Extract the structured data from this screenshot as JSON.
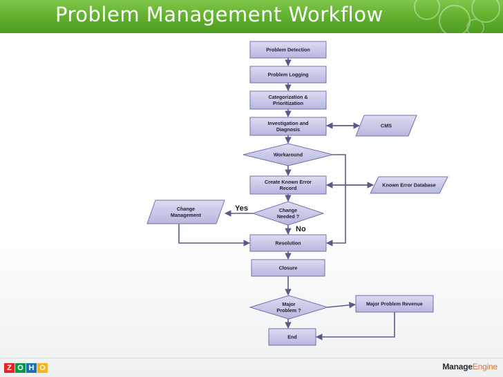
{
  "title": "Problem Management Workflow",
  "colors": {
    "banner": "#5fae2c",
    "box_fill": "#c6c6e6",
    "box_stroke": "#6f6fb0",
    "arrow": "#5a5a8a"
  },
  "nodes": [
    {
      "id": "problem-detection",
      "shape": "process",
      "lines": [
        "Problem Detection"
      ]
    },
    {
      "id": "problem-logging",
      "shape": "process",
      "lines": [
        "Problem Logging"
      ]
    },
    {
      "id": "categorization",
      "shape": "process",
      "lines": [
        "Categorization &",
        "Prioritization"
      ]
    },
    {
      "id": "investigation",
      "shape": "process",
      "lines": [
        "Investigation and",
        "Diagnosis"
      ]
    },
    {
      "id": "cms",
      "shape": "data",
      "lines": [
        "CMS"
      ]
    },
    {
      "id": "workaround",
      "shape": "decision",
      "lines": [
        "Workaround"
      ]
    },
    {
      "id": "create-known-error",
      "shape": "process",
      "lines": [
        "Create Known Error",
        "Record"
      ]
    },
    {
      "id": "known-error-database",
      "shape": "data",
      "lines": [
        "Known Error Database"
      ]
    },
    {
      "id": "change-management",
      "shape": "data",
      "lines": [
        "Change",
        "Management"
      ]
    },
    {
      "id": "change-needed",
      "shape": "decision",
      "lines": [
        "Change",
        "Needed ?"
      ]
    },
    {
      "id": "resolution",
      "shape": "process",
      "lines": [
        "Resolution"
      ]
    },
    {
      "id": "closure",
      "shape": "process",
      "lines": [
        "Closure"
      ]
    },
    {
      "id": "major-problem",
      "shape": "decision",
      "lines": [
        "Major",
        "Problem ?"
      ]
    },
    {
      "id": "major-problem-revenue",
      "shape": "process",
      "lines": [
        "Major Problem Revenue"
      ]
    },
    {
      "id": "end",
      "shape": "process",
      "lines": [
        "End"
      ]
    }
  ],
  "edge_labels": {
    "yes": "Yes",
    "no": "No"
  },
  "footer": {
    "left_logo_letters": [
      "Z",
      "O",
      "H",
      "O"
    ],
    "left_logo_colors": [
      "#e42527",
      "#089949",
      "#226db4",
      "#f9b21d"
    ],
    "right_logo_main": "Manage",
    "right_logo_accent": "Engine"
  }
}
